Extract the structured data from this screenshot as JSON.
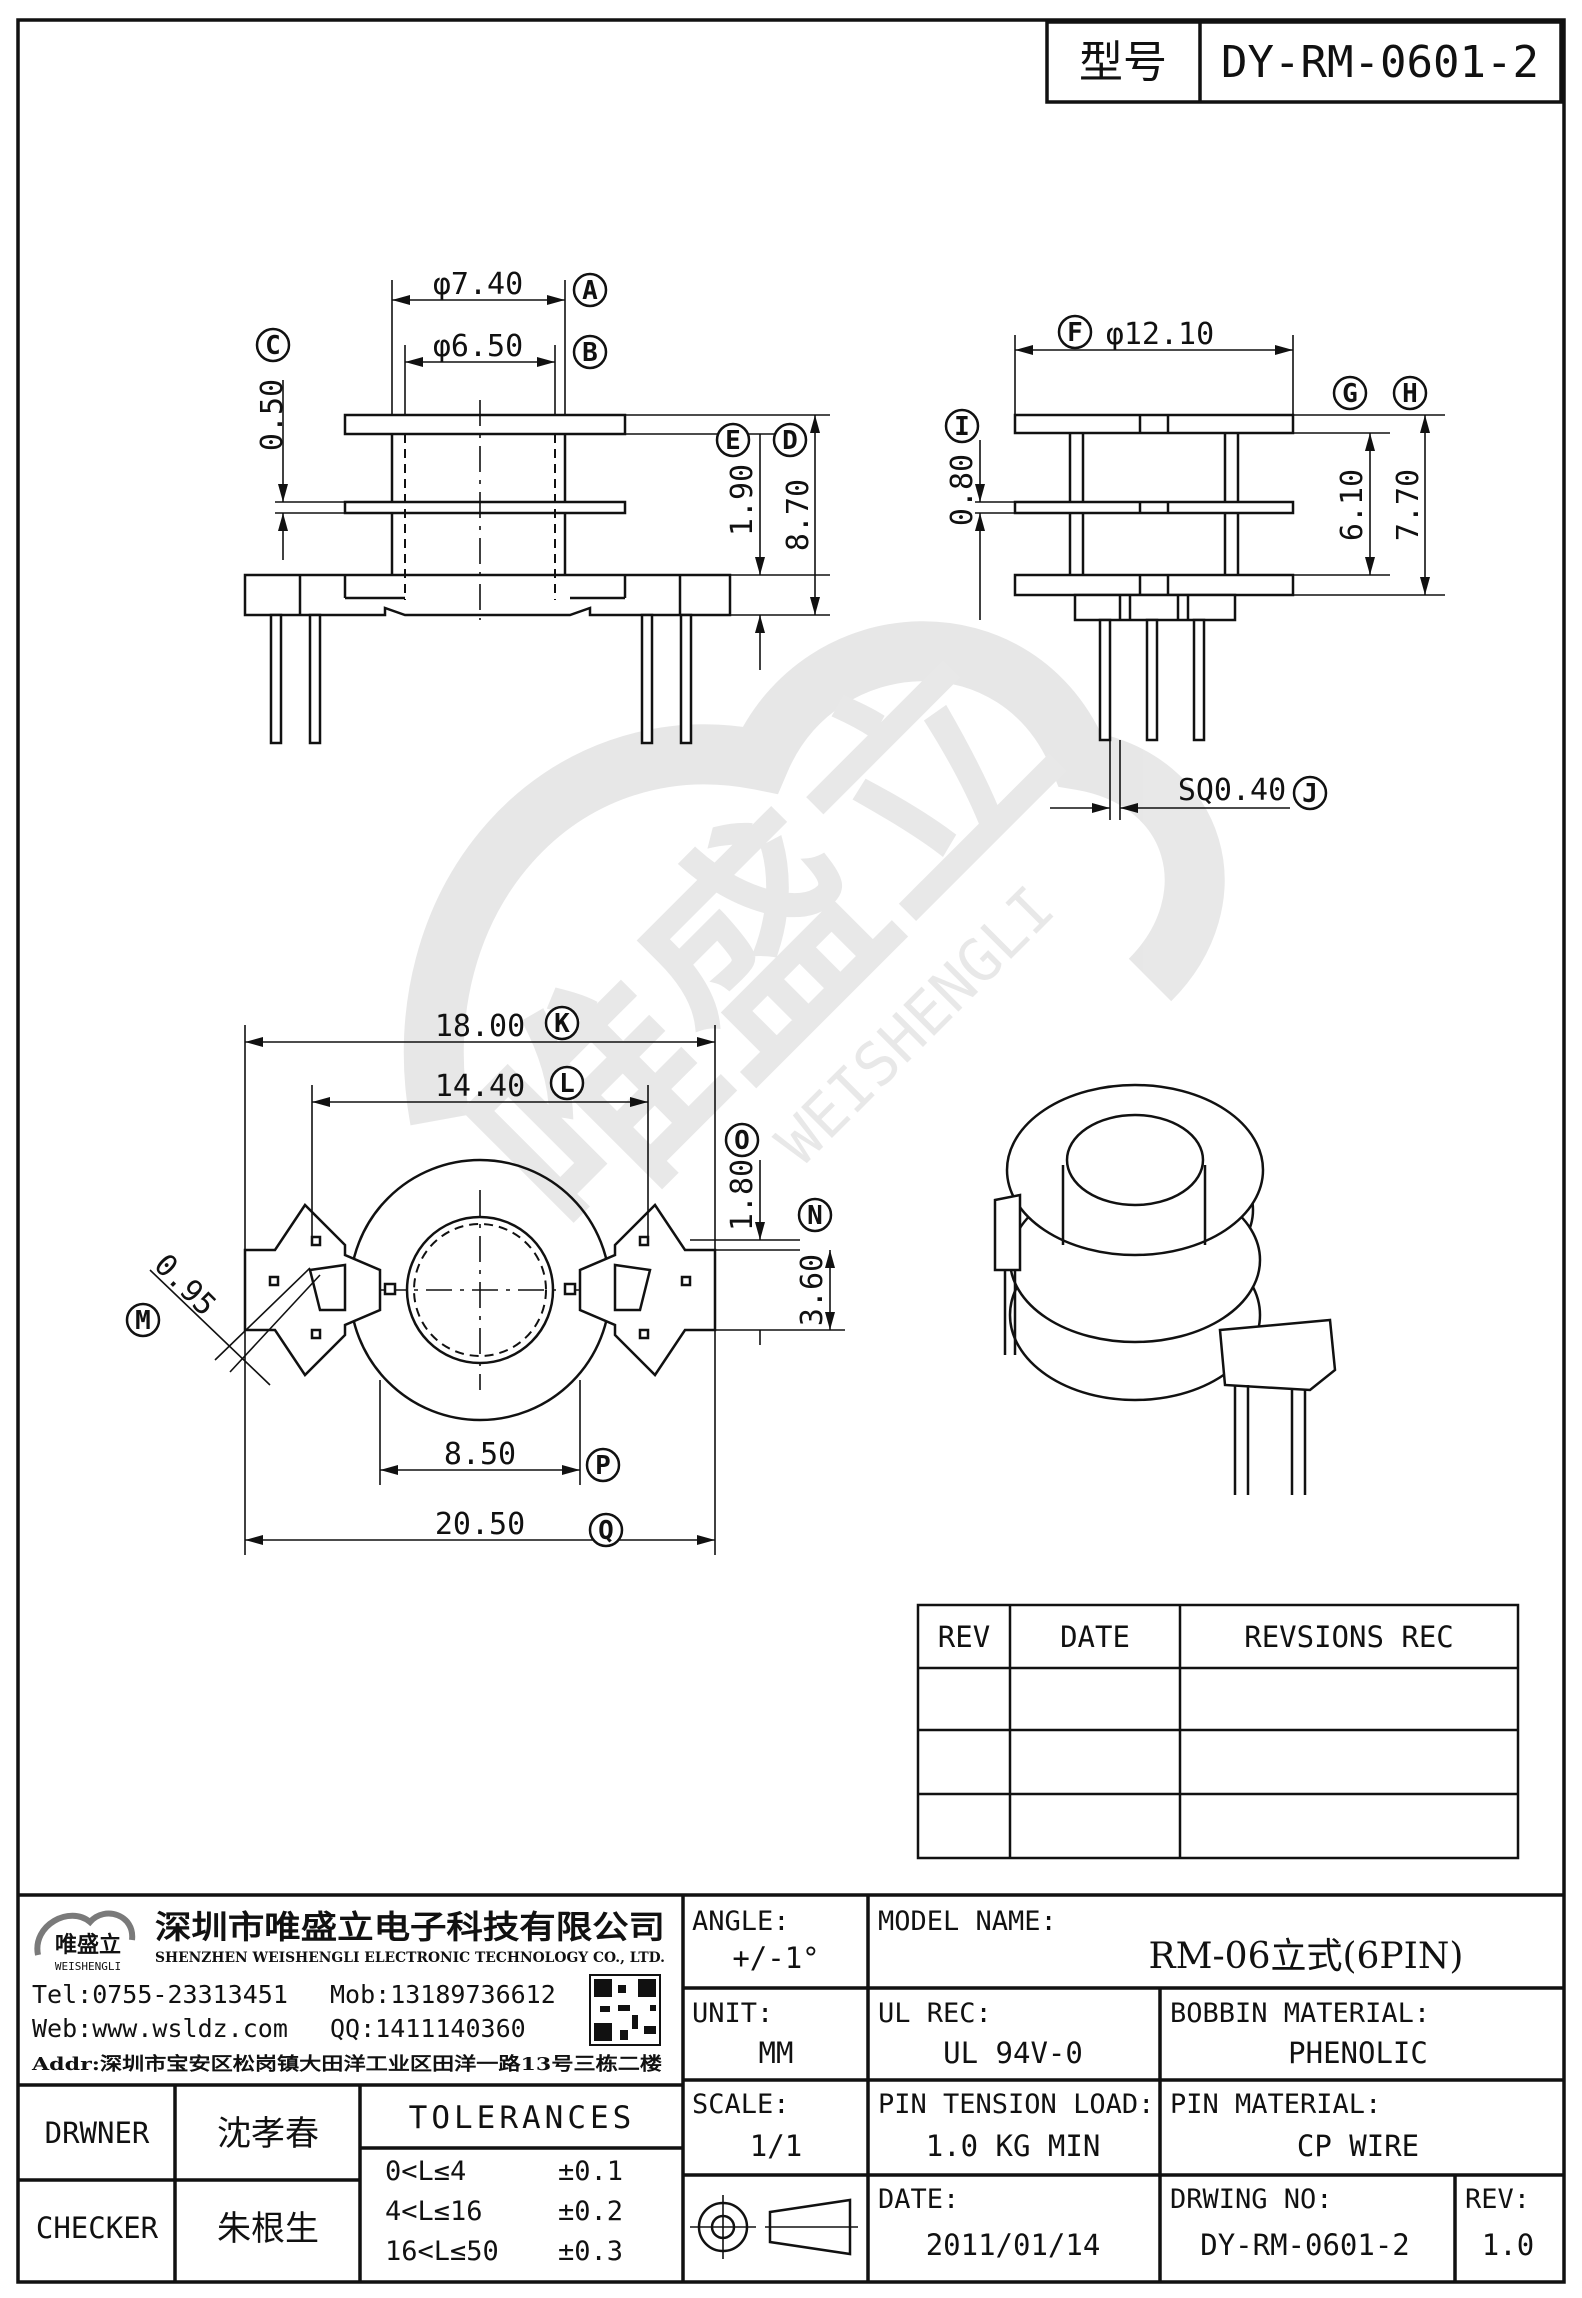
{
  "header": {
    "model_label": "型号",
    "model_value": "DY-RM-0601-2"
  },
  "watermark": {
    "cn": "唯盛立",
    "en": "WEISHENGLI"
  },
  "dimensions": {
    "A": "φ7.40",
    "B": "φ6.50",
    "C": "0.50",
    "D": "8.70",
    "E": "1.90",
    "F": "φ12.10",
    "G_H_inner": "6.10",
    "H": "7.70",
    "I": "0.80",
    "J": "SQ0.40",
    "K": "18.00",
    "L": "14.40",
    "M": "0.95",
    "N": "3.60",
    "O": "1.80",
    "P": "8.50",
    "Q": "20.50"
  },
  "markers": [
    "A",
    "B",
    "C",
    "D",
    "E",
    "F",
    "G",
    "H",
    "I",
    "J",
    "K",
    "L",
    "M",
    "N",
    "O",
    "P",
    "Q"
  ],
  "revision_table": {
    "headers": [
      "REV",
      "DATE",
      "REVSIONS REC"
    ],
    "rows": [
      [
        "",
        "",
        ""
      ],
      [
        "",
        "",
        ""
      ],
      [
        "",
        "",
        ""
      ]
    ]
  },
  "company": {
    "logo": "唯盛立",
    "logo_sub": "WEISHENGLI",
    "name_cn": "深圳市唯盛立电子科技有限公司",
    "name_en": "SHENZHEN WEISHENGLI ELECTRONIC TECHNOLOGY CO., LTD.",
    "tel": "Tel:0755-23313451",
    "mob": "Mob:13189736612",
    "web": "Web:www.wsldz.com",
    "qq": "QQ:1411140360",
    "addr": "Addr:深圳市宝安区松岗镇大田洋工业区田洋一路13号三栋二楼"
  },
  "title_block": {
    "angle_label": "ANGLE:",
    "angle_value": "+/-1°",
    "model_name_label": "MODEL NAME:",
    "model_name_value": "RM-06立式(6PIN)",
    "unit_label": "UNIT:",
    "unit_value": "MM",
    "ul_rec_label": "UL REC:",
    "ul_rec_value": "UL 94V-0",
    "bobbin_material_label": "BOBBIN MATERIAL:",
    "bobbin_material_value": "PHENOLIC",
    "scale_label": "SCALE:",
    "scale_value": "1/1",
    "pin_tension_label": "PIN TENSION LOAD:",
    "pin_tension_value": "1.0 KG MIN",
    "pin_material_label": "PIN MATERIAL:",
    "pin_material_value": "CP WIRE",
    "date_label": "DATE:",
    "date_value": "2011/01/14",
    "drawing_no_label": "DRWING NO:",
    "drawing_no_value": "DY-RM-0601-2",
    "rev_label": "REV:",
    "rev_value": "1.0",
    "drawer_label": "DRWNER",
    "drawer_value": "沈孝春",
    "checker_label": "CHECKER",
    "checker_value": "朱根生",
    "tolerances_label": "TOLERANCES",
    "tolerances": [
      {
        "range": "0<L≤4",
        "value": "±0.1"
      },
      {
        "range": "4<L≤16",
        "value": "±0.2"
      },
      {
        "range": "16<L≤50",
        "value": "±0.3"
      }
    ]
  }
}
